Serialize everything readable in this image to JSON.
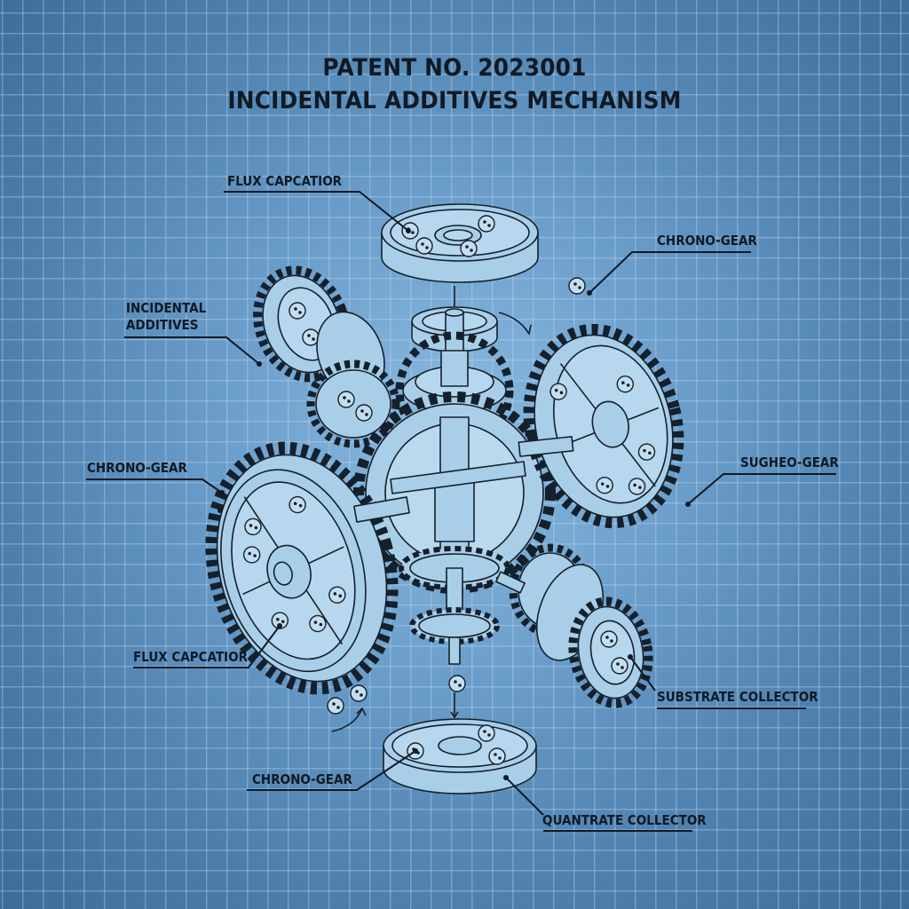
{
  "title": {
    "line1": "PATENT NO. 2023001",
    "line2": "INCIDENTAL ADDITIVES MECHANISM"
  },
  "labels": [
    {
      "id": "flux-capcatior-top",
      "text": "FLUX CAPCATIOR"
    },
    {
      "id": "chrono-gear-top-right",
      "text": "CHRONO-GEAR"
    },
    {
      "id": "incidental-additives",
      "line1": "INCIDENTAL",
      "line2": "ADDITIVES"
    },
    {
      "id": "chrono-gear-left",
      "text": "CHRONO-GEAR"
    },
    {
      "id": "sugheo-gear",
      "text": "SUGHEO-GEAR"
    },
    {
      "id": "flux-capcatior-bottom",
      "text": "FLUX CAPCATIOR"
    },
    {
      "id": "substrate-collector",
      "text": "SUBSTRATE COLLECTOR"
    },
    {
      "id": "chrono-gear-bottom",
      "text": "CHRONO-GEAR"
    },
    {
      "id": "quantrate-collector",
      "text": "QUANTRATE COLLECTOR"
    }
  ],
  "colors": {
    "background_edge": "#3d6b97",
    "background_center": "#8cbbe0",
    "grid_line": "#bedcf5",
    "part_fill": "#a9cfe8",
    "ink": "#0f1a26"
  }
}
